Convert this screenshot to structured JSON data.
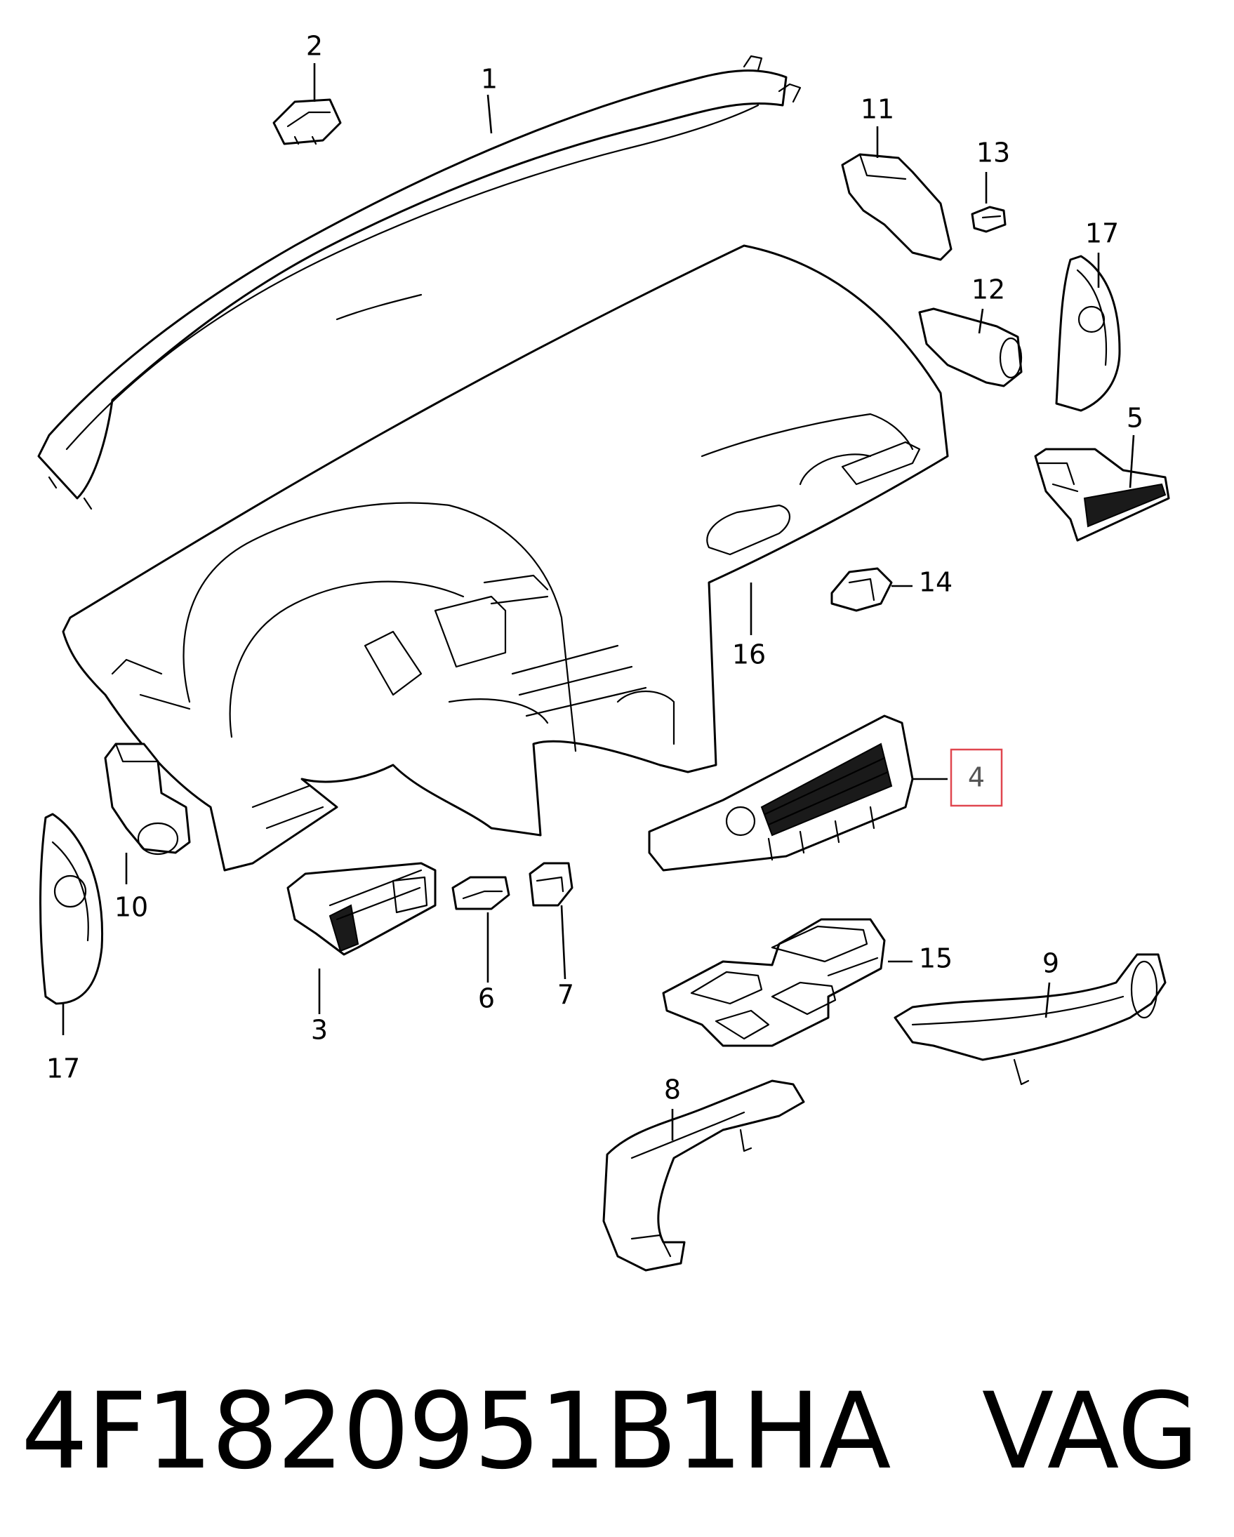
{
  "callouts": [
    {
      "id": "1",
      "label": "1"
    },
    {
      "id": "2",
      "label": "2"
    },
    {
      "id": "3",
      "label": "3"
    },
    {
      "id": "4",
      "label": "4",
      "highlighted": true
    },
    {
      "id": "5",
      "label": "5"
    },
    {
      "id": "6",
      "label": "6"
    },
    {
      "id": "7",
      "label": "7"
    },
    {
      "id": "8",
      "label": "8"
    },
    {
      "id": "9",
      "label": "9"
    },
    {
      "id": "10",
      "label": "10"
    },
    {
      "id": "11",
      "label": "11"
    },
    {
      "id": "12",
      "label": "12"
    },
    {
      "id": "13",
      "label": "13"
    },
    {
      "id": "14",
      "label": "14"
    },
    {
      "id": "15",
      "label": "15"
    },
    {
      "id": "16",
      "label": "16"
    },
    {
      "id": "17a",
      "label": "17"
    },
    {
      "id": "17b",
      "label": "17"
    }
  ],
  "highlight_color": "#e0464f",
  "footer": {
    "part_number": "4F1820951B1HA",
    "brand": "VAG"
  }
}
